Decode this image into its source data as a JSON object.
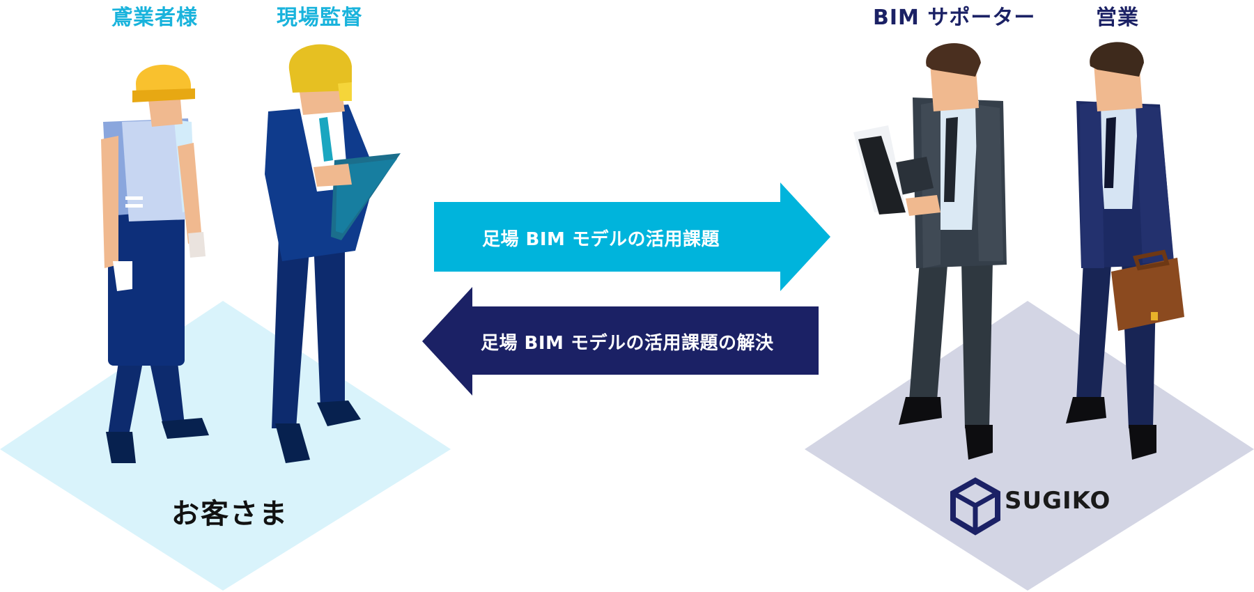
{
  "labels": {
    "tobi": "鳶業者様",
    "genba": "現場監督",
    "bim_supporter": "BIM サポーター",
    "eigyo": "営業",
    "client": "お客さま",
    "company": "SUGIKO"
  },
  "arrows": {
    "to_sugiko": "足場 BIM モデルの活用課題",
    "to_client": "足場 BIM モデルの活用課題の解決"
  },
  "colors": {
    "light_blue": "#00b4dc",
    "navy": "#1b2165",
    "client_floor": "#d9f3fb",
    "sugiko_floor": "#d3d5e4"
  },
  "icons": {
    "logo": "sugiko-cube-logo-icon"
  }
}
